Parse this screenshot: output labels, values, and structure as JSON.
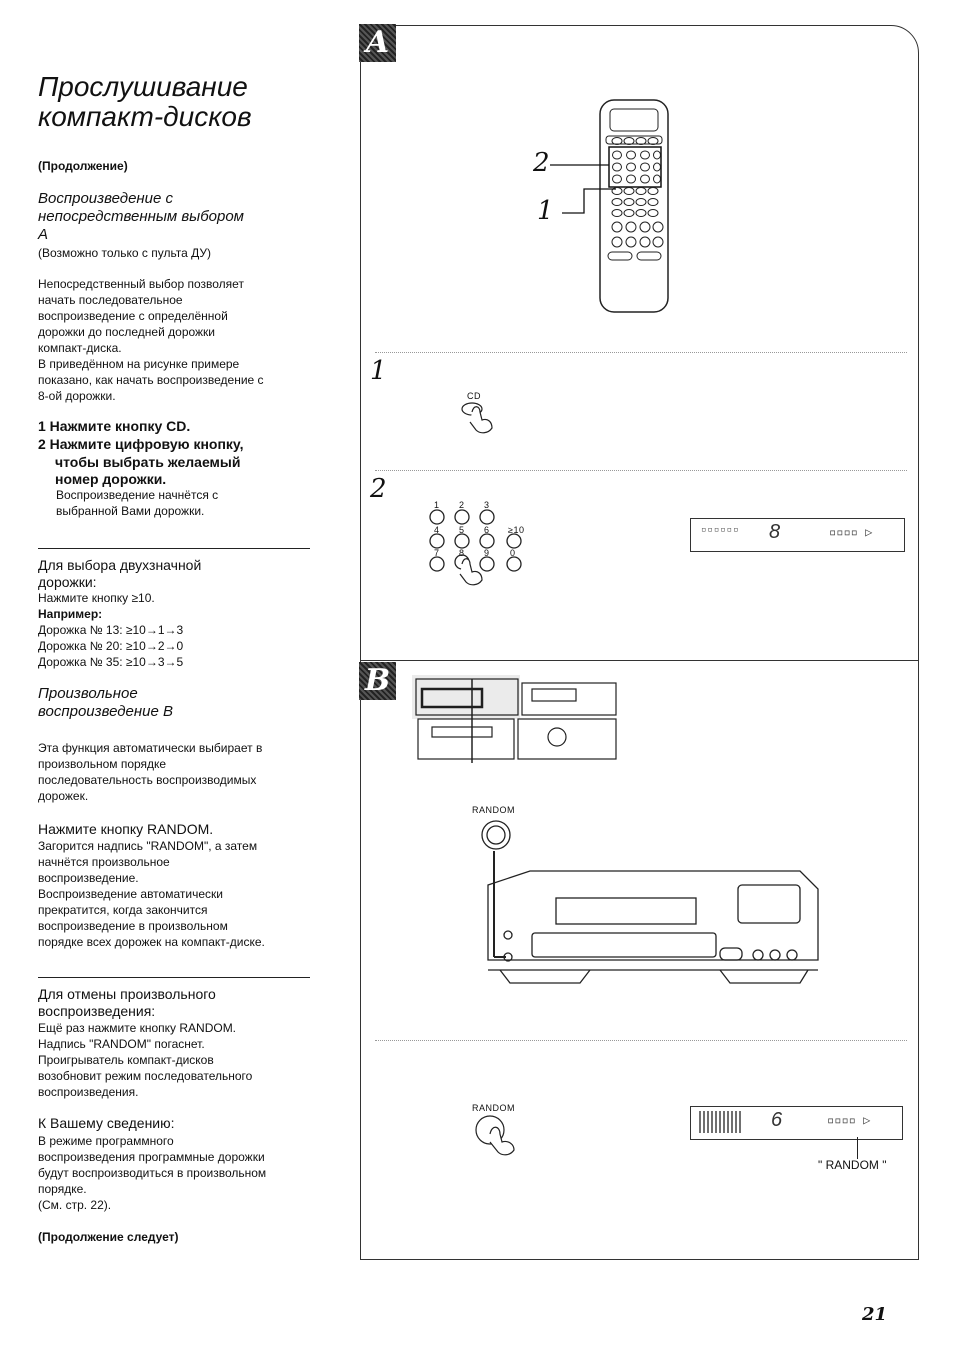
{
  "title_line1": "Прослушивание",
  "title_line2": "компакт-дисков",
  "continued": "(Продолжение)",
  "section_a": {
    "heading_line1": "Воспроизведение с",
    "heading_line2": "непосредственным выбором",
    "heading_line3": "A",
    "note": "(Возможно только с пульта ДУ)",
    "para1": [
      "Непосредственный выбор позволяет",
      "начать последовательное",
      "воспроизведение с определённой",
      "дорожки до последней дорожки",
      "компакт-диска."
    ],
    "para2": [
      "В приведённом на рисунке примере",
      "показано, как начать воспроизведение с",
      "8-ой дорожки."
    ],
    "step1": "1  Нажмите кнопку CD.",
    "step2_line1": "2  Нажмите цифровую кнопку,",
    "step2_line2": "чтобы выбрать желаемый",
    "step2_line3": "номер дорожки.",
    "step2_desc1": "Воспроизведение начнётся с",
    "step2_desc2": "выбранной Вами дорожки."
  },
  "two_digit": {
    "heading_line1": "Для выбора двухзначной",
    "heading_line2": "дорожки:",
    "line1": "Нажмите кнопку ≥10.",
    "example_label": "Например:",
    "examples": [
      "Дорожка № 13:  ≥10→1→3",
      "Дорожка № 20:  ≥10→2→0",
      "Дорожка № 35:  ≥10→3→5"
    ]
  },
  "section_b": {
    "heading_line1": "Произвольное",
    "heading_line2": "воспроизведение B",
    "para": [
      "Эта функция автоматически выбирает в",
      "произвольном порядке",
      "последовательность воспроизводимых",
      "дорожек."
    ],
    "press": "Нажмите кнопку RANDOM.",
    "desc": [
      "Загорится надпись \"RANDOM\", а затем",
      "начнётся произвольное",
      "воспроизведение.",
      "Воспроизведение автоматически",
      "прекратится, когда закончится",
      "воспроизведение в произвольном",
      "порядке всех дорожек на компакт-диске."
    ]
  },
  "cancel": {
    "heading_line1": "Для отмены произвольного",
    "heading_line2": "воспроизведения:",
    "lines": [
      "Ещё раз нажмите кнопку RANDOM.",
      "Надпись \"RANDOM\" погаснет.",
      "Проигрыватель компакт-дисков",
      "возобновит режим последовательного",
      "воспроизведения."
    ]
  },
  "info": {
    "heading": "К Вашему сведению:",
    "lines": [
      "В режиме программного",
      "воспроизведения программные дорожки",
      "будут воспроизводиться в произвольном",
      "порядке.",
      "(См. стр. 22)."
    ]
  },
  "to_be_continued": "(Продолжение следует)",
  "fig": {
    "badge_a": "A",
    "badge_b": "B",
    "callout_2": "2",
    "callout_1": "1",
    "step1_num": "1",
    "step2_num": "2",
    "cd_label": "CD",
    "key_labels": [
      "1",
      "2",
      "3",
      "4",
      "5",
      "6",
      "≥10",
      "7",
      "8",
      "9",
      "0"
    ],
    "random_label1": "RANDOM",
    "random_label2": "RANDOM",
    "random_caption": "\" RANDOM \"",
    "display1_digit": "8",
    "display2_digit": "6"
  },
  "page_number": "21"
}
